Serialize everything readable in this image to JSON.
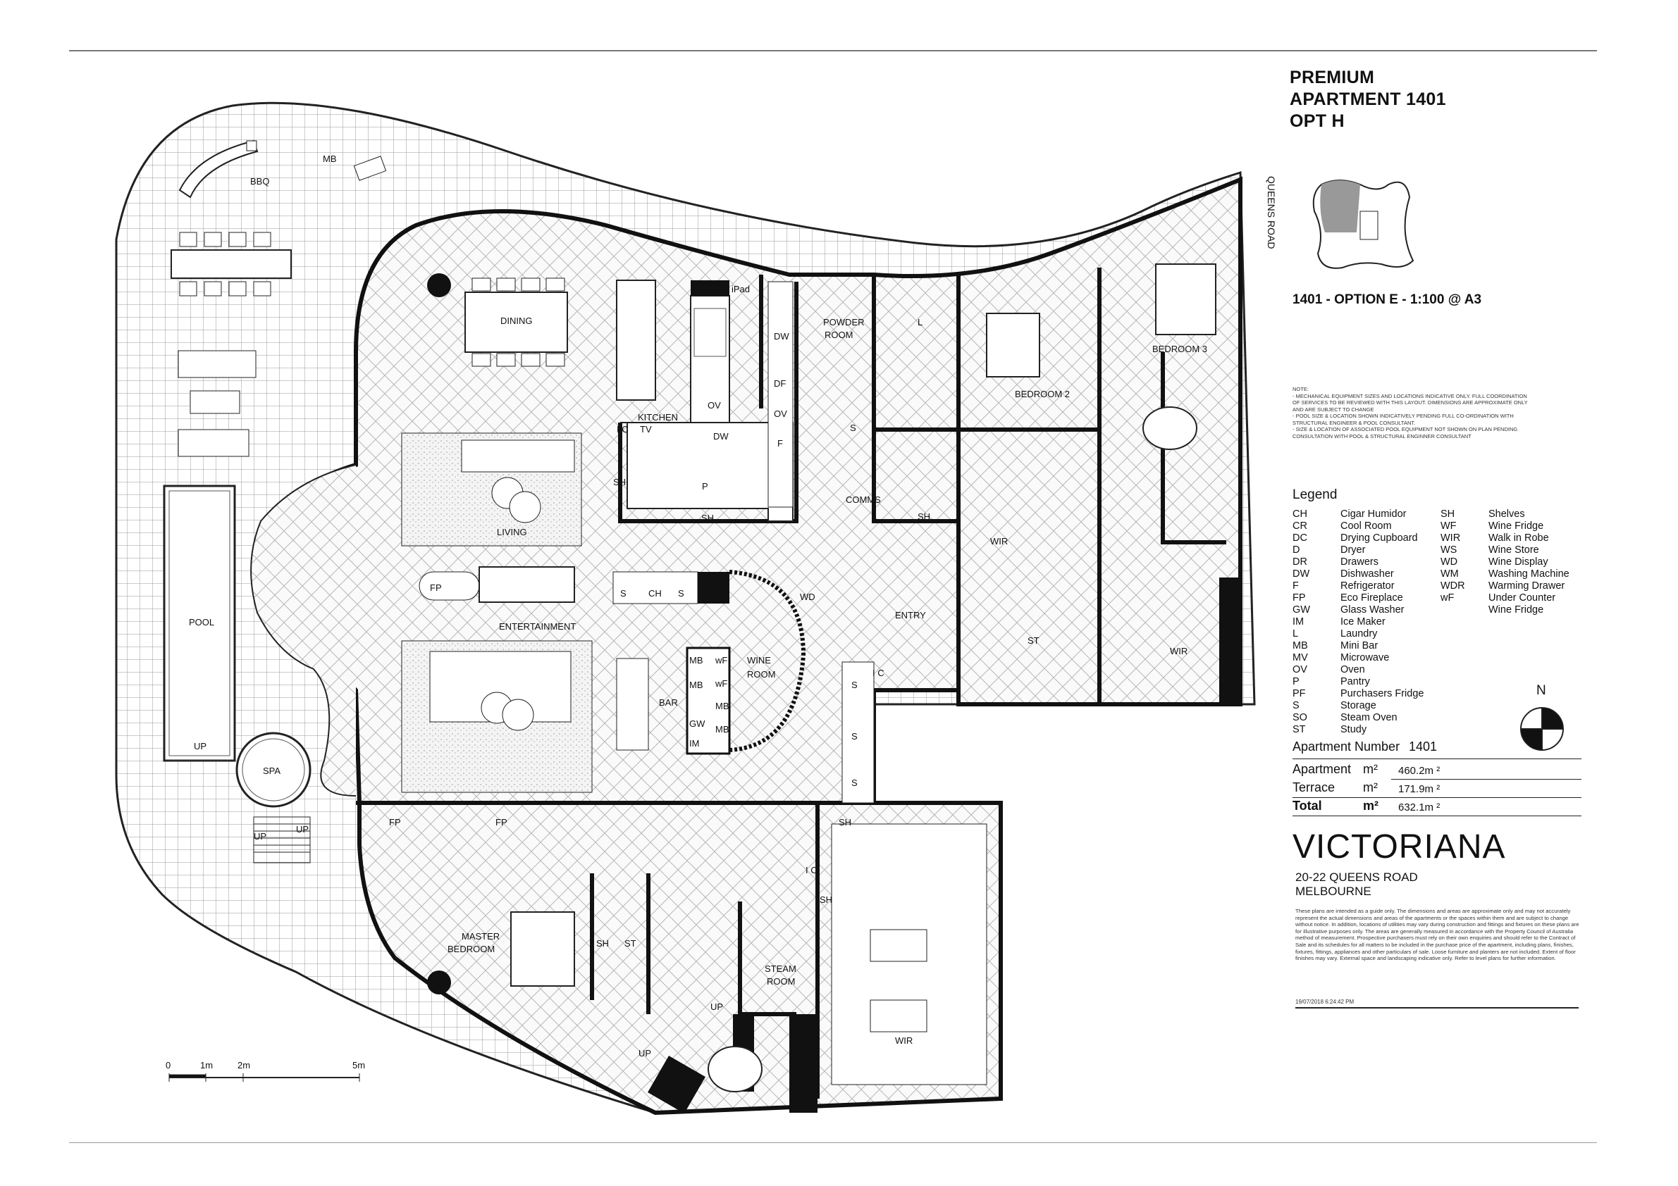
{
  "header": {
    "title_lines": [
      "PREMIUM",
      "APARTMENT 1401",
      "OPT H"
    ],
    "option_label": "1401 - OPTION E - 1:100 @ A3",
    "key_plan_road": "QUEENS ROAD"
  },
  "notes": [
    "NOTE:",
    "- MECHANICAL EQUIPMENT SIZES AND LOCATIONS INDICATIVE ONLY. FULL COORDINATION OF SERVICES TO BE REVIEWED WITH THIS LAYOUT. DIMENSIONS ARE APPROXIMATE ONLY AND ARE SUBJECT TO CHANGE",
    "- POOL SIZE & LOCATION SHOWN INDICATIVELY PENDING FULL CO-ORDINATION WITH STRUCTURAL ENGINEER & POOL CONSULTANT.",
    "- SIZE & LOCATION OF ASSOCIATED POOL EQUIPMENT NOT SHOWN ON PLAN PENDING CONSULTATION WITH POOL & STRUCTURAL ENGINNER CONSULTANT"
  ],
  "legend": {
    "heading": "Legend",
    "col1": [
      [
        "CH",
        "Cigar Humidor"
      ],
      [
        "CR",
        "Cool Room"
      ],
      [
        "DC",
        "Drying Cupboard"
      ],
      [
        "D",
        "Dryer"
      ],
      [
        "DR",
        "Drawers"
      ],
      [
        "DW",
        "Dishwasher"
      ],
      [
        "F",
        "Refrigerator"
      ],
      [
        "FP",
        "Eco Fireplace"
      ],
      [
        "GW",
        "Glass Washer"
      ],
      [
        "IM",
        "Ice Maker"
      ],
      [
        "L",
        "Laundry"
      ],
      [
        "MB",
        "Mini Bar"
      ],
      [
        "MV",
        "Microwave"
      ],
      [
        "OV",
        "Oven"
      ],
      [
        "P",
        "Pantry"
      ],
      [
        "PF",
        "Purchasers Fridge"
      ],
      [
        "S",
        "Storage"
      ],
      [
        "SO",
        "Steam Oven"
      ],
      [
        "ST",
        "Study"
      ]
    ],
    "col2": [
      [
        "SH",
        "Shelves"
      ],
      [
        "WF",
        "Wine Fridge"
      ],
      [
        "WIR",
        "Walk in Robe"
      ],
      [
        "WS",
        "Wine Store"
      ],
      [
        "WD",
        "Wine Display"
      ],
      [
        "WM",
        "Washing Machine"
      ],
      [
        "WDR",
        "Warming Drawer"
      ],
      [
        "wF",
        "Under Counter"
      ],
      [
        "",
        "Wine Fridge"
      ]
    ]
  },
  "areas": {
    "apt_number_label": "Apartment Number",
    "apt_number": "1401",
    "rows": [
      {
        "label": "Apartment",
        "unit": "m²",
        "value": "460.2m ²"
      },
      {
        "label": "Terrace",
        "unit": "m²",
        "value": "171.9m ²"
      },
      {
        "label": "Total",
        "unit": "m²",
        "value": "632.1m ²"
      }
    ]
  },
  "brand": "VICTORIANA",
  "address": [
    "20-22 QUEENS ROAD",
    "MELBOURNE"
  ],
  "disclaimer": "These plans are intended as a guide only. The dimensions and areas are approximate only and may not accurately represent the actual dimensions and areas of the apartments or the spaces within them and are subject to change without notice. In addition, locations of utilities may vary during construction and fittings and fixtures on these plans are for illustrative purposes only. The areas are generally measured in accordance with the Property Council of Australia method of measurement. Prospective purchasers must rely on their own enquiries and should refer to the Contract of Sale and its schedules for all matters to be included in the purchase price of the apartment, including plans, finishes, fixtures, fittings, appliances and other particulars of sale. Loose furniture and planters are not included. Extent of floor finishes may vary. External space and landscaping indicative only. Refer to level plans for further information.",
  "date": "19/07/2018 6:24:42 PM",
  "north": "N",
  "scale": [
    "0",
    "1m",
    "2m",
    "5m"
  ],
  "rooms": {
    "bbq": "BBQ",
    "mb_terrace": "MB",
    "dining": "DINING",
    "kitchen": "KITCHEN",
    "ic_kitchen": "I C",
    "tv": "TV",
    "ipad": "iPad",
    "powder": "POWDER",
    "powder2": "ROOM",
    "laundry": "L",
    "bedroom2": "BEDROOM 2",
    "bedroom3": "BEDROOM 3",
    "living": "LIVING",
    "pool": "POOL",
    "entertainment": "ENTERTAINMENT",
    "wine": "WINE",
    "wine2": "ROOM",
    "wd": "WD",
    "bar": "BAR",
    "entry": "ENTRY",
    "comms": "COMMS",
    "ic_entry": "I C",
    "wir_b2": "WIR",
    "wir_b3": "WIR",
    "st_b2": "ST",
    "spa": "SPA",
    "up_terrace": "UP",
    "up_spa": "UP",
    "up_stair": "UP",
    "master": "MASTER",
    "master2": "BEDROOM",
    "steam": "STEAM",
    "steam2": "ROOM",
    "wir_master": "WIR",
    "st_master": "ST",
    "sh_master": "SH",
    "up_master1": "UP",
    "up_master2": "UP",
    "ic_master": "I C",
    "fp1": "FP",
    "fp2": "FP",
    "fp3": "FP",
    "dw1": "DW",
    "dw2": "DW",
    "df": "DF",
    "ov1": "OV",
    "ov2": "OV",
    "p": "P",
    "f": "F",
    "sh_k": "SH",
    "sh_kl": "SH",
    "s_comms": "S",
    "s1": "S",
    "s2": "S",
    "s3": "S",
    "ch": "CH",
    "s4": "S",
    "s5": "S",
    "mb1": "MB",
    "mb2": "MB",
    "mb3": "MB",
    "mb4": "MB",
    "gw": "GW",
    "im": "IM",
    "wf1": "wF",
    "wf2": "wF",
    "sh_entry": "SH",
    "sh_b2": "SH",
    "sh_steam": "SH"
  }
}
